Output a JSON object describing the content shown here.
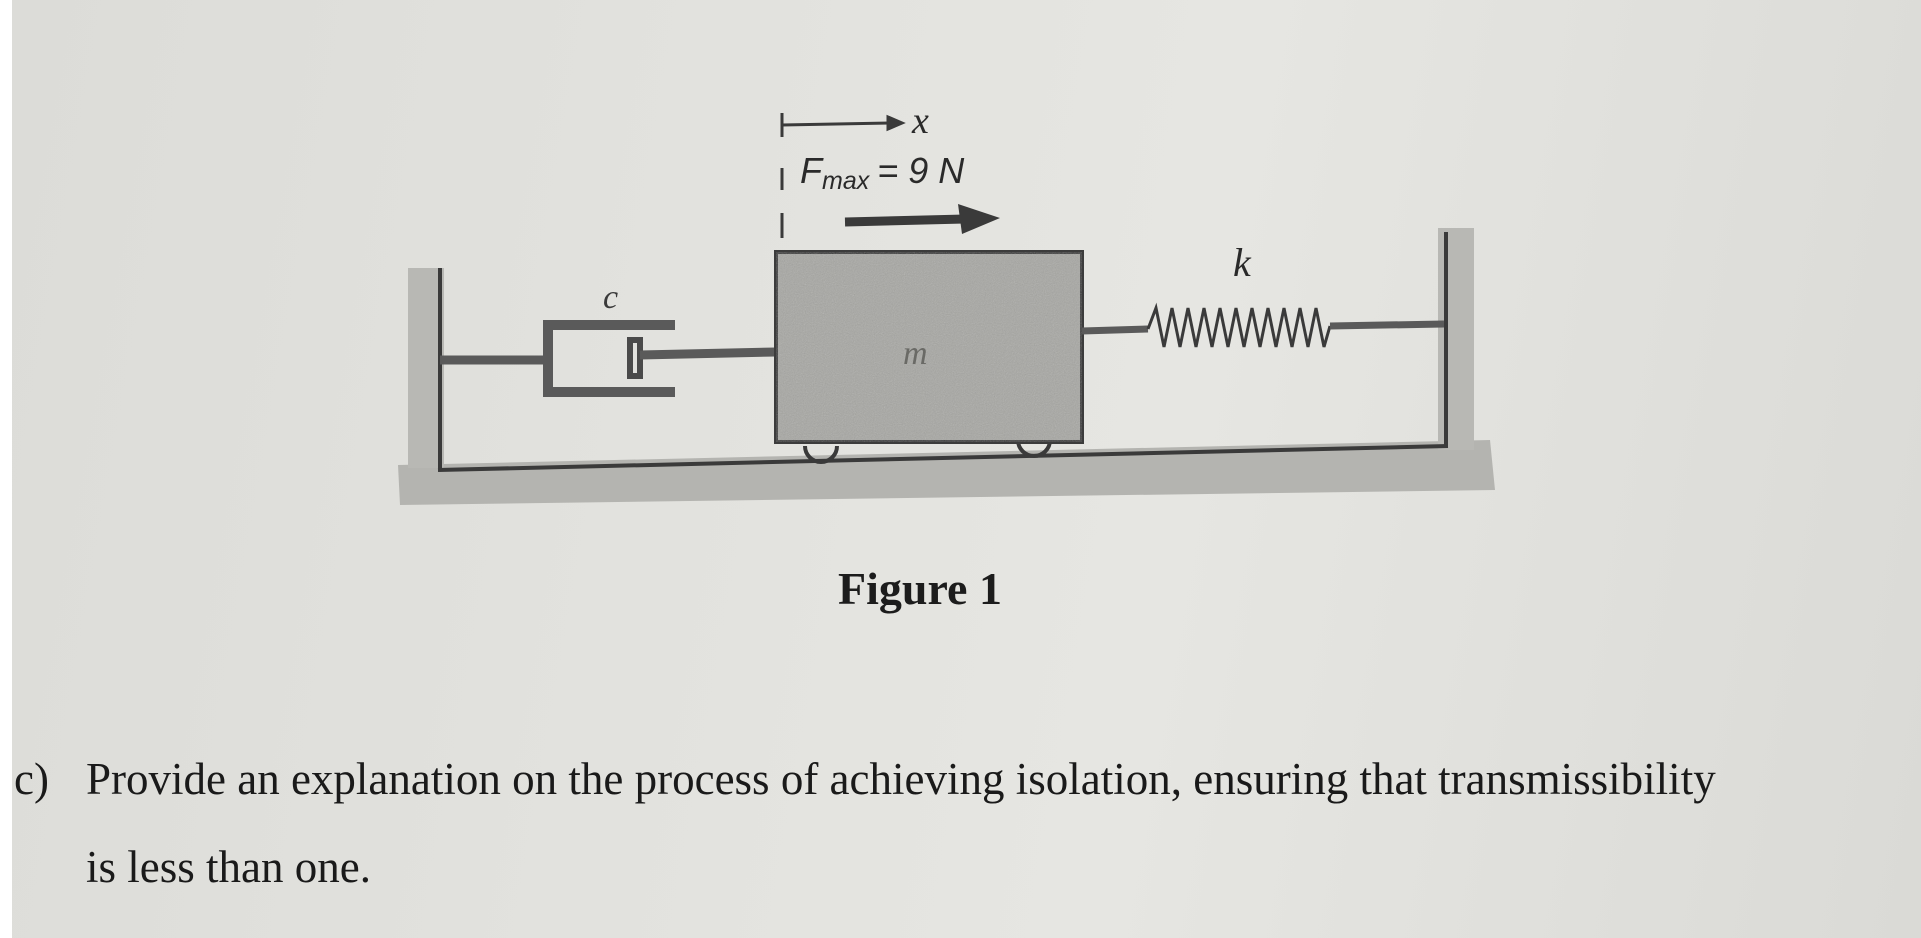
{
  "figure": {
    "caption": "Figure 1",
    "labels": {
      "displacement": "x",
      "force_symbol": "F",
      "force_subscript": "max",
      "force_value": "= 9 N",
      "damper": "c",
      "mass": "m",
      "spring": "k"
    }
  },
  "question": {
    "label": "c)",
    "line1": "Provide an explanation on the process of achieving isolation, ensuring that transmissibility",
    "line2": "is less than one."
  }
}
